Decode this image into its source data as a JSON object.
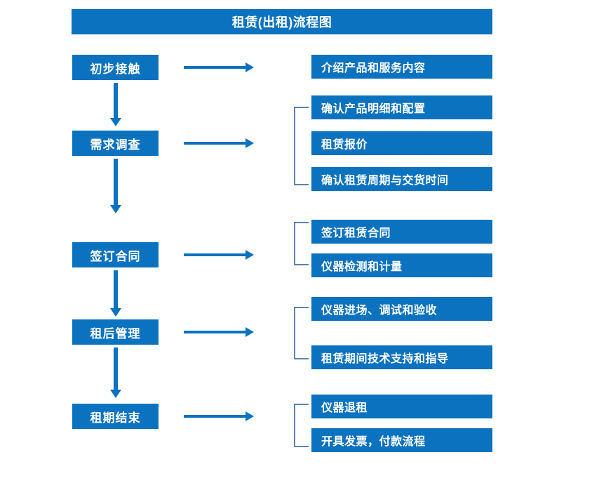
{
  "diagram": {
    "title": "租赁(出租)流程图",
    "colors": {
      "box_fill": "#0b72c0",
      "box_text": "#ffffff",
      "arrow": "#0b72c0",
      "bracket": "#5b82b0",
      "background": "#ffffff"
    },
    "stages": [
      {
        "label": "初步接触",
        "details": [
          {
            "label": "介绍产品和服务内容"
          }
        ],
        "bracketed": false
      },
      {
        "label": "需求调查",
        "details": [
          {
            "label": "确认产品明细和配置"
          },
          {
            "label": "租赁报价"
          },
          {
            "label": "确认租赁周期与交货时间"
          }
        ],
        "bracketed": true
      },
      {
        "label": "签订合同",
        "details": [
          {
            "label": "签订租赁合同"
          },
          {
            "label": "仪器检测和计量"
          }
        ],
        "bracketed": true
      },
      {
        "label": "租后管理",
        "details": [
          {
            "label": "仪器进场、调试和验收"
          },
          {
            "label": "租赁期间技术支持和指导"
          }
        ],
        "bracketed": true
      },
      {
        "label": "租期结束",
        "details": [
          {
            "label": "仪器退租"
          },
          {
            "label": "开具发票，付款流程"
          }
        ],
        "bracketed": true
      }
    ],
    "icons": {
      "right_arrow": "right-arrow-icon",
      "down_arrow": "down-arrow-icon",
      "bracket": "group-bracket-icon"
    }
  }
}
